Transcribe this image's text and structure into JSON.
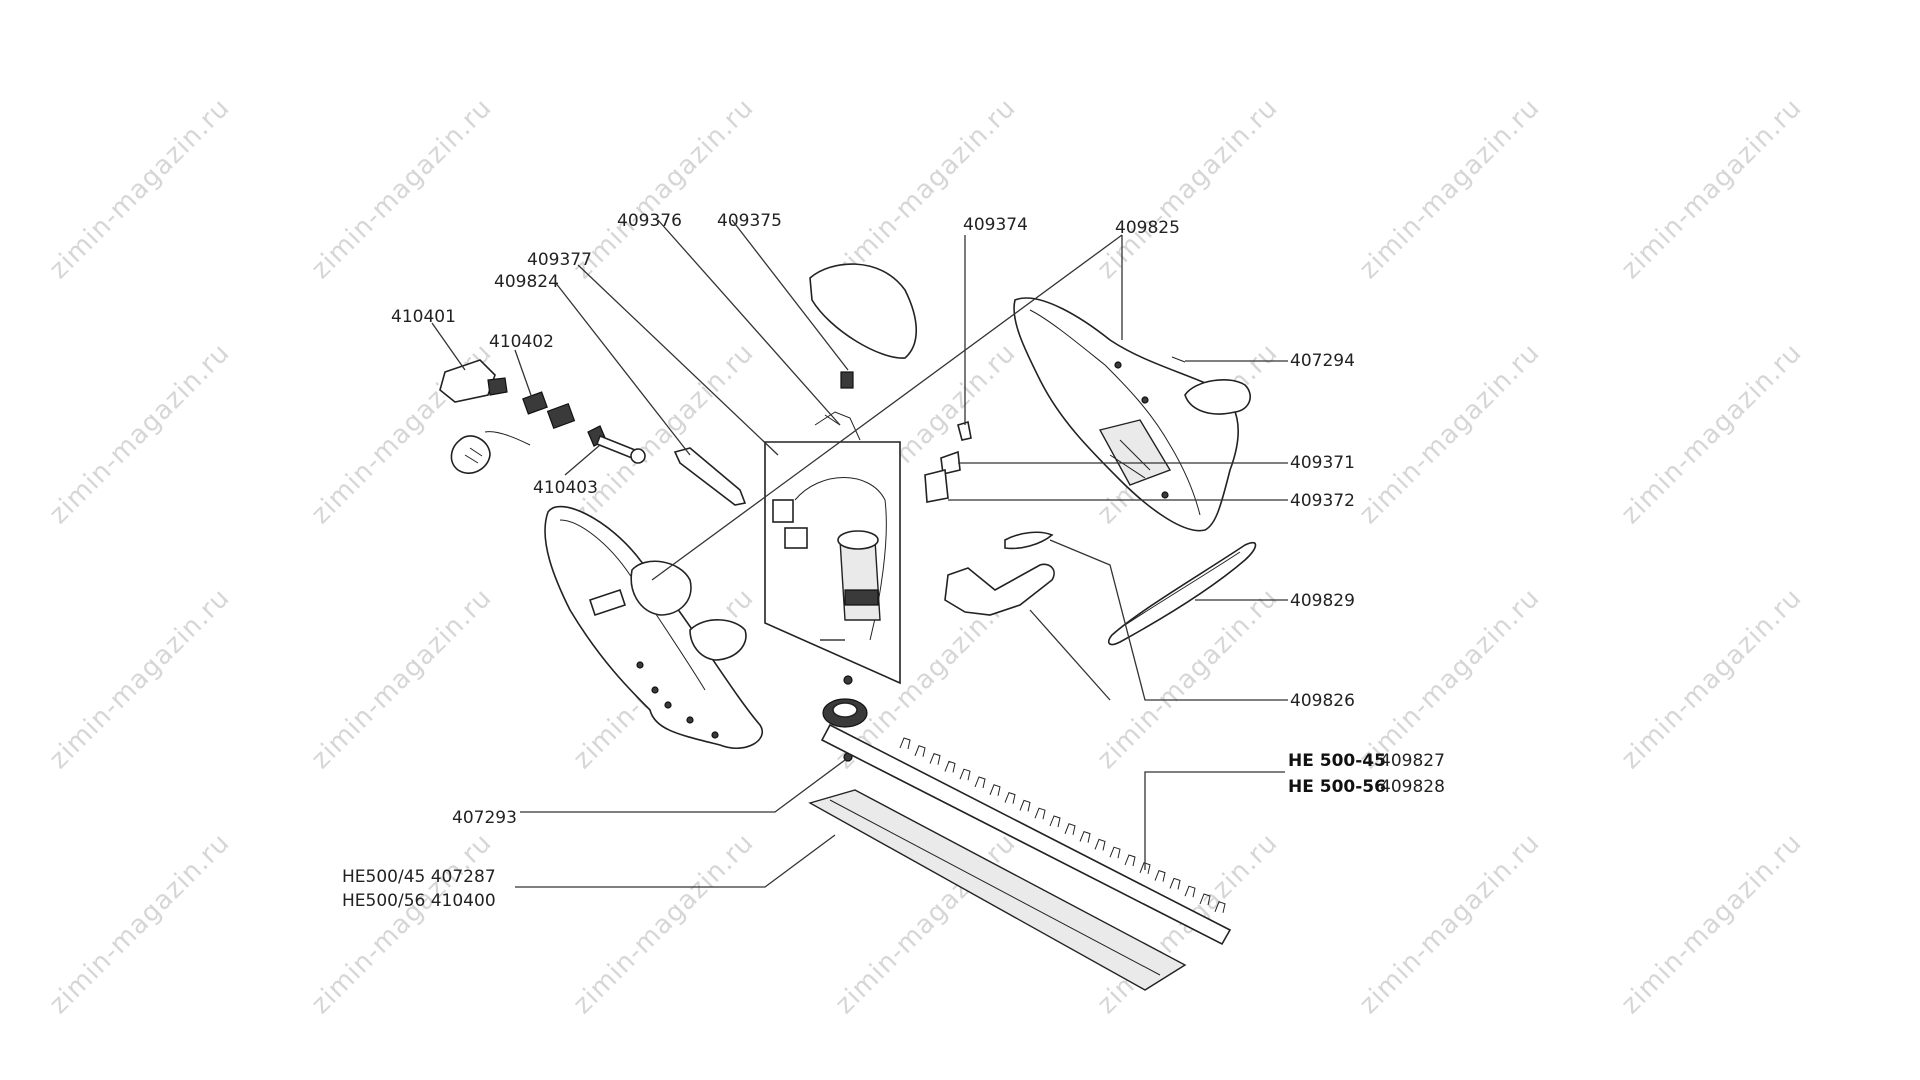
{
  "watermark": "zimin-magazin.ru",
  "labels": {
    "p409376": "409376",
    "p409375": "409375",
    "p409374": "409374",
    "p409825": "409825",
    "p409377": "409377",
    "p409824": "409824",
    "p410401": "410401",
    "p410402": "410402",
    "p410403": "410403",
    "p407294": "407294",
    "p409371": "409371",
    "p409372": "409372",
    "p409829": "409829",
    "p409826": "409826",
    "p407293": "407293",
    "he500_45_model": "HE 500-45",
    "he500_45_part": "409827",
    "he500_56_model": "HE 500-56",
    "he500_56_part": "409828",
    "guard_45": "HE500/45  407287",
    "guard_56": "HE500/56  410400"
  }
}
